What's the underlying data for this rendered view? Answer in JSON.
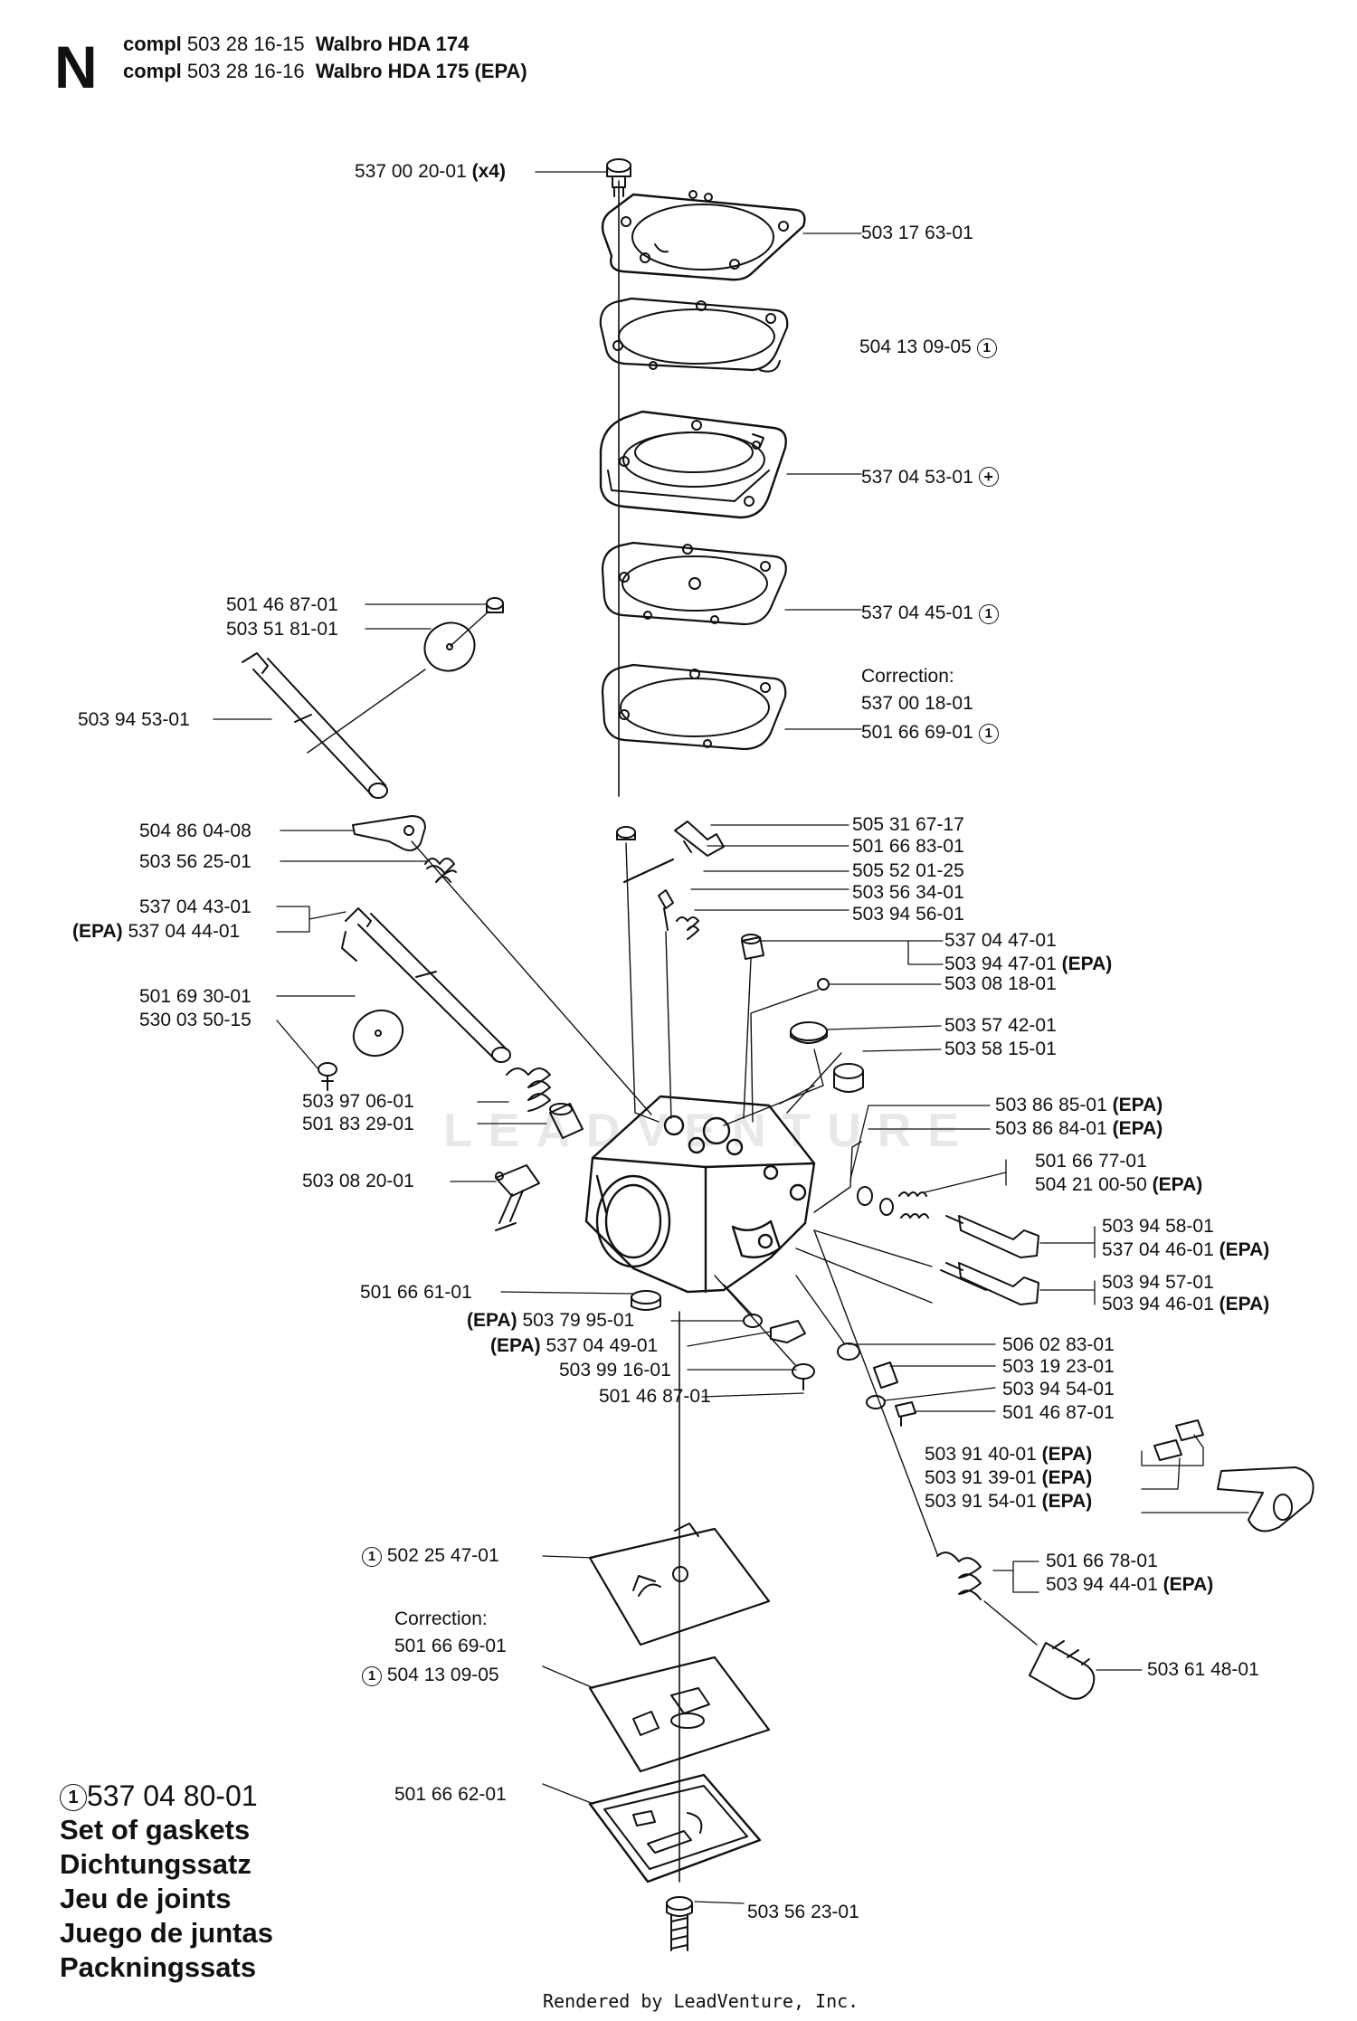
{
  "header": {
    "section_letter": "N",
    "lines": [
      {
        "prefix": "compl",
        "part": "503 28 16-15",
        "model": "Walbro HDA 174"
      },
      {
        "prefix": "compl",
        "part": "503 28 16-16",
        "model": "Walbro HDA 175 (EPA)"
      }
    ]
  },
  "watermark": "LEADVENTURE",
  "labels": {
    "l01": "537 00 20-01",
    "l01b": "(x4)",
    "l02": "503 17 63-01",
    "l03": "504 13 09-05",
    "l04": "537 04 53-01",
    "l05": "537 04 45-01",
    "l06a": "Correction:",
    "l06b": "537 00 18-01",
    "l06c": "501 66 69-01",
    "l07": "501 46 87-01",
    "l08": "503 51 81-01",
    "l09": "503 94 53-01",
    "l10": "504 86 04-08",
    "l11": "503 56 25-01",
    "l12": "537 04 43-01",
    "l13a": "(EPA)",
    "l13": "537 04 44-01",
    "l14": "501 69 30-01",
    "l15": "530 03 50-15",
    "l16": "503 97 06-01",
    "l17": "501 83 29-01",
    "l18": "503 08 20-01",
    "l19": "501 66 61-01",
    "l20a": "(EPA)",
    "l20": "503 79 95-01",
    "l21a": "(EPA)",
    "l21": "537 04 49-01",
    "l22": "503 99 16-01",
    "l23": "501 46 87-01",
    "r01": "505 31 67-17",
    "r02": "501 66 83-01",
    "r03": "505 52 01-25",
    "r04": "503 56 34-01",
    "r05": "503 94 56-01",
    "r06": "537 04 47-01",
    "r07": "503 94 47-01",
    "r07b": "(EPA)",
    "r08": "503 08 18-01",
    "r09": "503 57 42-01",
    "r10": "503 58 15-01",
    "r11": "503 86 85-01",
    "r11b": "(EPA)",
    "r12": "503 86 84-01",
    "r12b": "(EPA)",
    "r13": "501 66 77-01",
    "r14": "504 21 00-50",
    "r14b": "(EPA)",
    "r15": "503 94 58-01",
    "r16": "537 04 46-01",
    "r16b": "(EPA)",
    "r17": "503 94 57-01",
    "r18": "503 94 46-01",
    "r18b": "(EPA)",
    "r19": "506 02 83-01",
    "r20": "503 19 23-01",
    "r21": "503 94 54-01",
    "r22": "501 46 87-01",
    "r23": "503 91 40-01",
    "r23b": "(EPA)",
    "r24": "503 91 39-01",
    "r24b": "(EPA)",
    "r25": "503 91 54-01",
    "r25b": "(EPA)",
    "r26": "501 66 78-01",
    "r27": "503 94 44-01",
    "r27b": "(EPA)",
    "r28": "503 61 48-01",
    "b01": "502 25 47-01",
    "b02a": "Correction:",
    "b02b": "501 66 69-01",
    "b02c": "504 13 09-05",
    "b03": "501 66 62-01",
    "b04": "503 56 23-01"
  },
  "kit": {
    "number": "537 04 80-01",
    "names": [
      "Set of gaskets",
      "Dichtungssatz",
      "Jeu de joints",
      "Juego de juntas",
      "Packningssats"
    ]
  },
  "footer": "Rendered by LeadVenture, Inc.",
  "ref_mark": "1"
}
